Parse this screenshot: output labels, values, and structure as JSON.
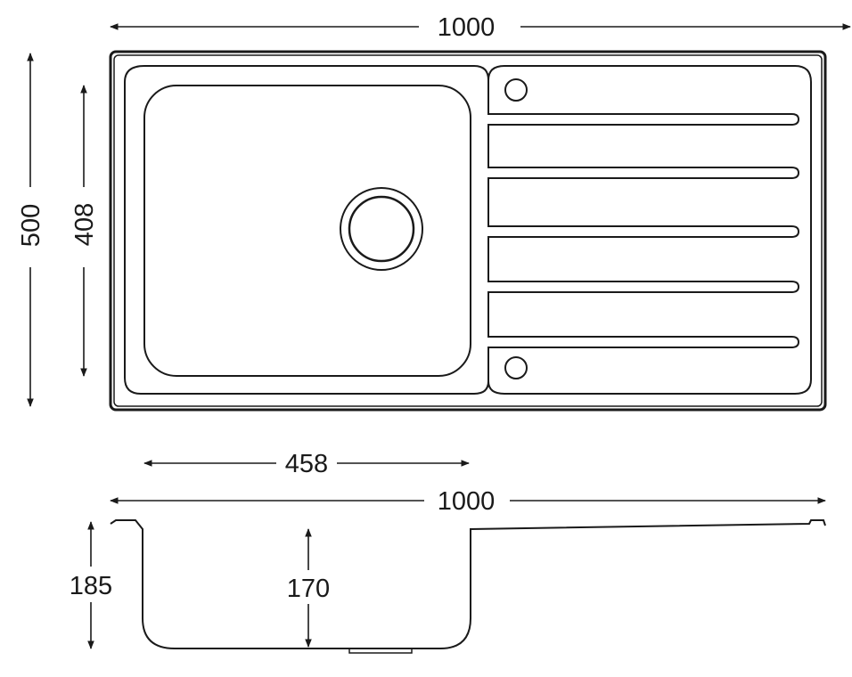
{
  "dimensions": {
    "top_width": "1000",
    "overall_depth": "500",
    "bowl_depth": "408",
    "bowl_width": "458",
    "side_width": "1000",
    "overall_height": "185",
    "bowl_height": "170"
  },
  "colors": {
    "ink": "#1a1a1a",
    "background": "#ffffff"
  }
}
